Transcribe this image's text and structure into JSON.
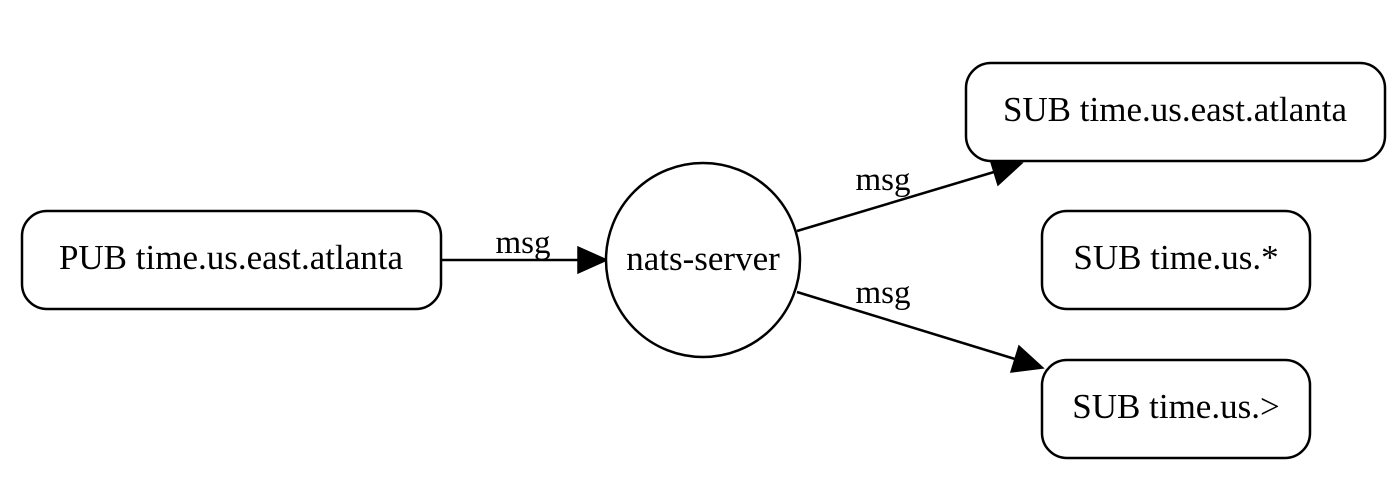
{
  "nodes": {
    "publisher": "PUB time.us.east.atlanta",
    "server": "nats-server",
    "sub_exact": "SUB time.us.east.atlanta",
    "sub_single_wildcard": "SUB time.us.*",
    "sub_full_wildcard": "SUB time.us.>"
  },
  "edges": {
    "pub_to_server": "msg",
    "server_to_sub_exact": "msg",
    "server_to_sub_full_wildcard": "msg"
  }
}
